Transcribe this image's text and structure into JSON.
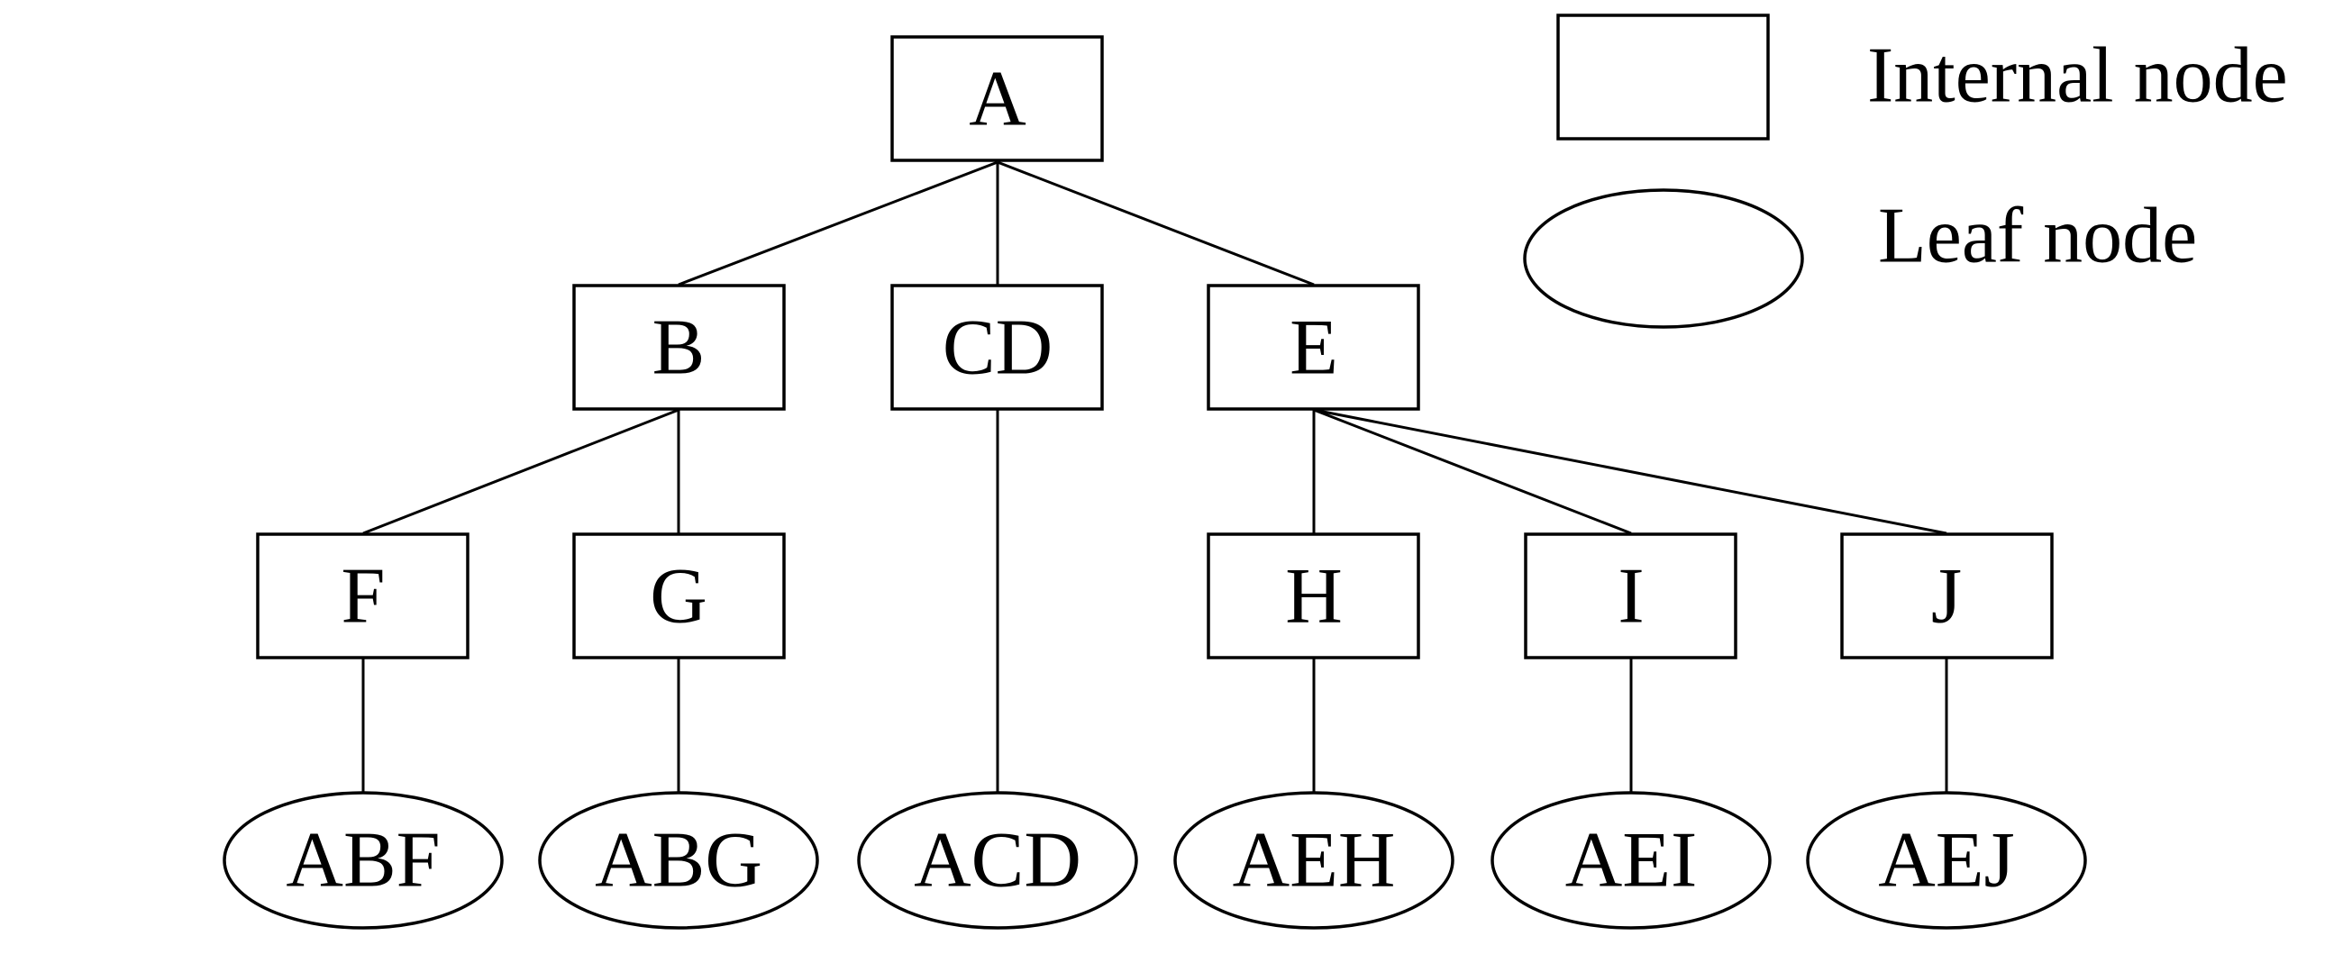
{
  "legend": {
    "internal_label": "Internal node",
    "leaf_label": "Leaf node"
  },
  "nodes": {
    "A": "A",
    "B": "B",
    "CD": "CD",
    "E": "E",
    "F": "F",
    "G": "G",
    "H": "H",
    "I": "I",
    "J": "J",
    "ABF": "ABF",
    "ABG": "ABG",
    "ACD": "ACD",
    "AEH": "AEH",
    "AEI": "AEI",
    "AEJ": "AEJ"
  },
  "edges": [
    [
      "A",
      "B"
    ],
    [
      "A",
      "CD"
    ],
    [
      "A",
      "E"
    ],
    [
      "B",
      "F"
    ],
    [
      "B",
      "G"
    ],
    [
      "CD",
      "ACD"
    ],
    [
      "E",
      "H"
    ],
    [
      "E",
      "I"
    ],
    [
      "E",
      "J"
    ],
    [
      "F",
      "ABF"
    ],
    [
      "G",
      "ABG"
    ],
    [
      "H",
      "AEH"
    ],
    [
      "I",
      "AEI"
    ],
    [
      "J",
      "AEJ"
    ]
  ]
}
